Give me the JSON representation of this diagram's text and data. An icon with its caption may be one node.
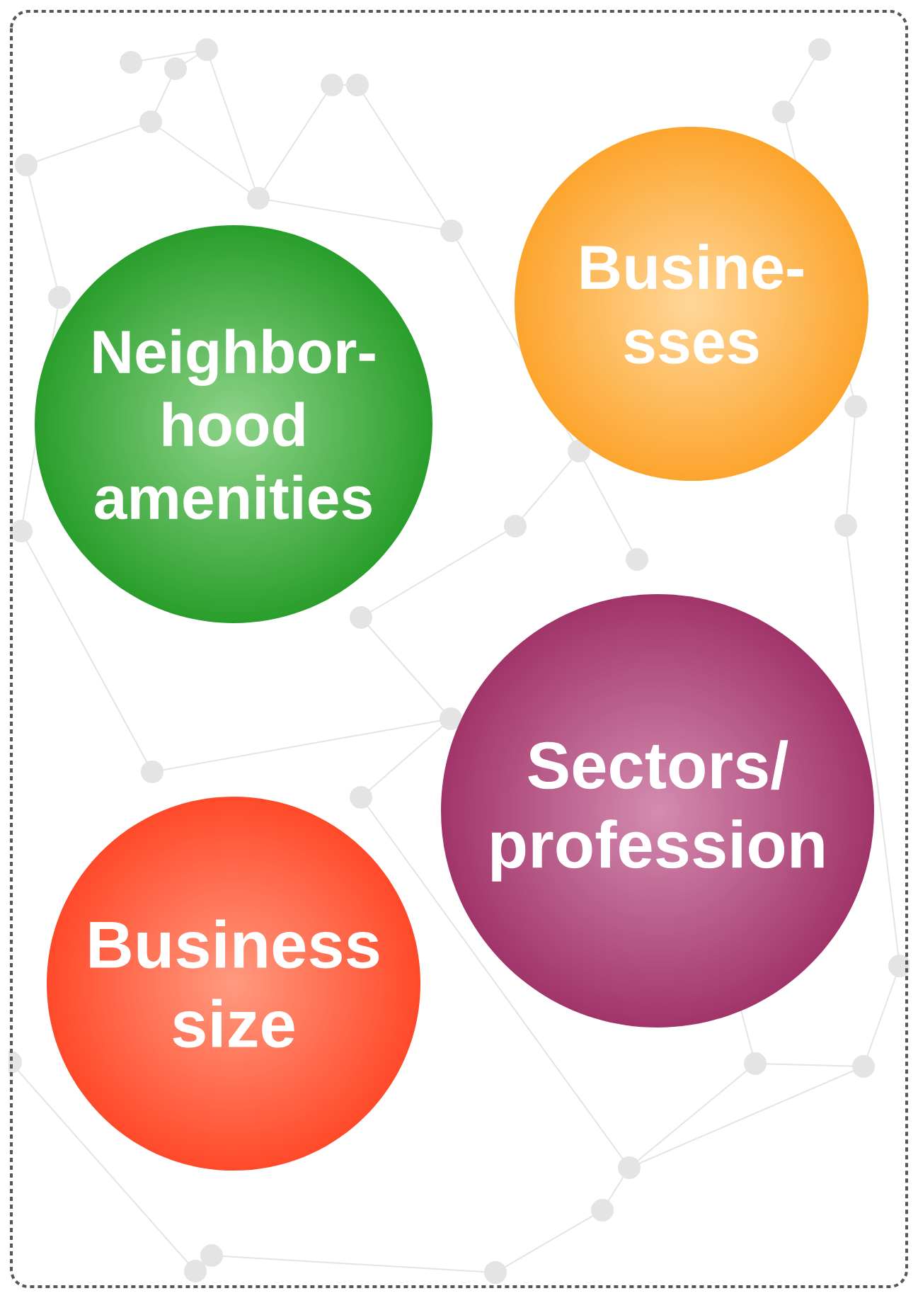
{
  "diagram": {
    "nodes": [
      {
        "text": [
          "Neighbor- hood amenities"
        ]
      },
      {
        "text": [
          "Busine- sses"
        ]
      },
      {
        "text": [
          "Sectors/ profession"
        ]
      },
      {
        "text": [
          "Business size"
        ]
      }
    ]
  }
}
